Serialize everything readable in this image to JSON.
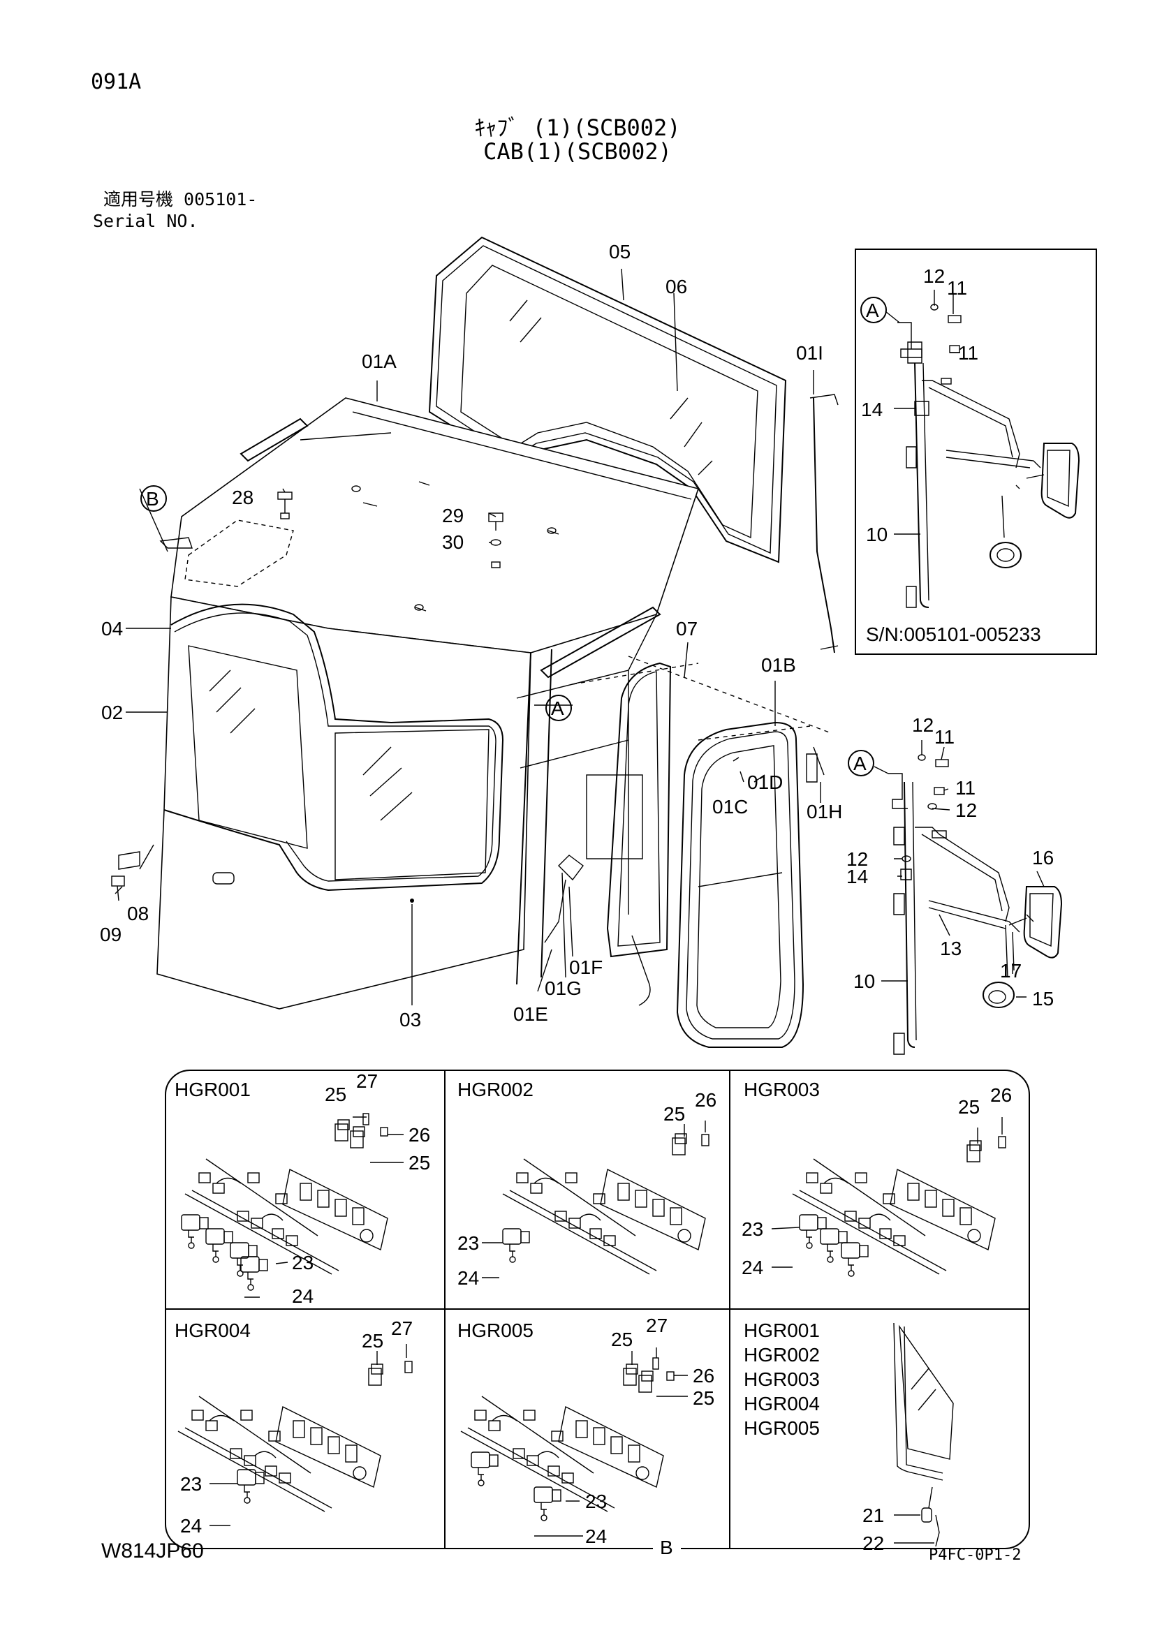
{
  "header": {
    "page_code": "091A",
    "title_jp": "ｷｬﾌﾞ (1)(SCB002)",
    "title_en": "CAB(1)(SCB002)",
    "serial_label_jp": "適用号機 005101-",
    "serial_label_en": "Serial NO."
  },
  "main_callouts": {
    "c05": "05",
    "c06": "06",
    "c01A": "01A",
    "c01I": "01I",
    "cB": "B",
    "c28": "28",
    "c29": "29",
    "c30": "30",
    "c04": "04",
    "c02": "02",
    "c07": "07",
    "c01B": "01B",
    "cA": "A",
    "c01C": "01C",
    "c01D": "01D",
    "c01H": "01H",
    "c08": "08",
    "c09": "09",
    "c03": "03",
    "c01E": "01E",
    "c01F": "01F",
    "c01G": "01G"
  },
  "inset_top": {
    "cA": "A",
    "c12": "12",
    "c11a": "11",
    "c11b": "11",
    "c14": "14",
    "c10": "10",
    "serial_range": "S/N:005101-005233"
  },
  "right_assembly": {
    "cA": "A",
    "c12a": "12",
    "c11a": "11",
    "c11b": "11",
    "c12b": "12",
    "c12c": "12",
    "c14": "14",
    "c16": "16",
    "c13": "13",
    "c17": "17",
    "c10": "10",
    "c15": "15"
  },
  "bottom_panels": {
    "hgr001": {
      "title": "HGR001",
      "c25a": "25",
      "c27": "27",
      "c26": "26",
      "c25b": "25",
      "c23": "23",
      "c24": "24"
    },
    "hgr002": {
      "title": "HGR002",
      "c26": "26",
      "c25": "25",
      "c23": "23",
      "c24": "24"
    },
    "hgr003": {
      "title": "HGR003",
      "c26": "26",
      "c25": "25",
      "c23": "23",
      "c24": "24"
    },
    "hgr004": {
      "title": "HGR004",
      "c25": "25",
      "c27": "27",
      "c23": "23",
      "c24": "24"
    },
    "hgr005": {
      "title": "HGR005",
      "c25a": "25",
      "c27": "27",
      "c26": "26",
      "c25b": "25",
      "c23": "23",
      "c24": "24"
    },
    "common": {
      "l1": "HGR001",
      "l2": "HGR002",
      "l3": "HGR003",
      "l4": "HGR004",
      "l5": "HGR005",
      "c21": "21",
      "c22": "22"
    },
    "section_marker": "B"
  },
  "footer": {
    "left_code": "W814JP60",
    "right_code": "P4FC-0P1-2"
  }
}
